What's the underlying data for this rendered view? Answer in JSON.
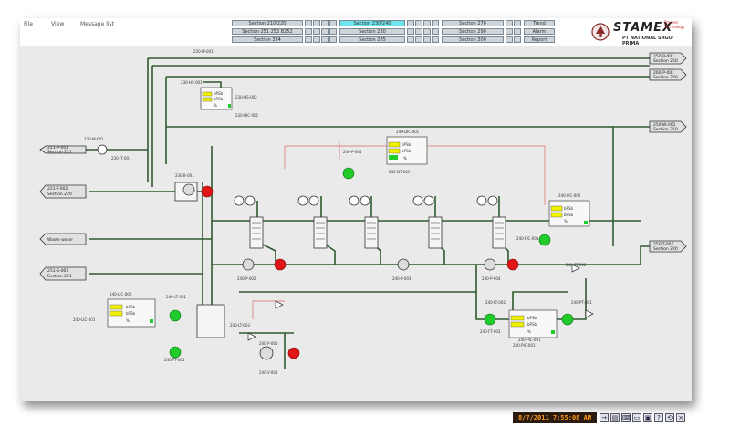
{
  "menu": {
    "file": "File",
    "view": "View",
    "message_list": "Message list"
  },
  "sections": {
    "row1": [
      "Section 210/220",
      "Section 230/240",
      "Section 270",
      "Trend"
    ],
    "row2": [
      "Section 251 252 B252",
      "Section 280",
      "Section 290",
      "Alarm"
    ],
    "row3": [
      "Section 334",
      "Section 285",
      "Section 300",
      "Report"
    ]
  },
  "logo": {
    "brand": "STAMEX",
    "sub": "PT NATIONAL SAGO PRIMA",
    "tag": "Process Technology"
  },
  "left_inputs": [
    {
      "id": "221-P-001",
      "label": "Section 221"
    },
    {
      "id": "221-T-002",
      "label": "Section 220"
    },
    {
      "id": "",
      "label": "Waste water"
    },
    {
      "id": "251-S-001",
      "label": "Section 251"
    }
  ],
  "right_outputs": [
    {
      "id": "250-P-001",
      "label": "Section 250"
    },
    {
      "id": "260-P-001",
      "label": "Section 260"
    },
    {
      "id": "250-W-001",
      "label": "Section 250"
    },
    {
      "id": "250-T-001",
      "label": "Section 220"
    }
  ],
  "tags": {
    "t1": "230-M-001",
    "t2": "230-HS-001",
    "t3": "230-HS-002",
    "t4": "230-M-001",
    "t5": "230-JT-001",
    "t6": "230-B-001",
    "t7": "240-LT-001",
    "t8": "240-LIC-001",
    "t9": "240-FT-001",
    "t10": "240-P-001",
    "t11": "240-LT-003",
    "t12": "240-V-001",
    "t13": "240-P-002",
    "t14": "240-P-003",
    "t15": "240-P-004",
    "t16": "240-P-005",
    "t17": "240-FIC-001",
    "t18": "240-FT-002",
    "t19": "240-LT-002",
    "t20": "240-FT-003",
    "t21": "240-PT-001",
    "t22": "240-PIC-001",
    "t23": "240-DT-001"
  },
  "controllers": [
    {
      "label": "230-HIC-001",
      "pv": "bPSb",
      "sp": "bPSb",
      "unit": "%"
    },
    {
      "label": "240-DIC-001",
      "pv": "bPSb",
      "sp": "bPSb",
      "unit": "%"
    },
    {
      "label": "240-FIC-002",
      "pv": "bPSb",
      "sp": "bPSb",
      "unit": "%"
    },
    {
      "label": "240-LIC-002",
      "pv": "bPSb",
      "sp": "bPSb",
      "unit": "%"
    },
    {
      "label": "240-PIC-001",
      "pv": "bPSb",
      "sp": "bPSb",
      "unit": "%"
    }
  ],
  "status": {
    "datetime": "8/7/2011 7:55:08 AM"
  },
  "colors": {
    "pipe_green": "#2f5a2f",
    "run": "#1fcc2a",
    "stop": "#e01515",
    "signal": "#e06868",
    "highlight": "#6fe3ec"
  }
}
